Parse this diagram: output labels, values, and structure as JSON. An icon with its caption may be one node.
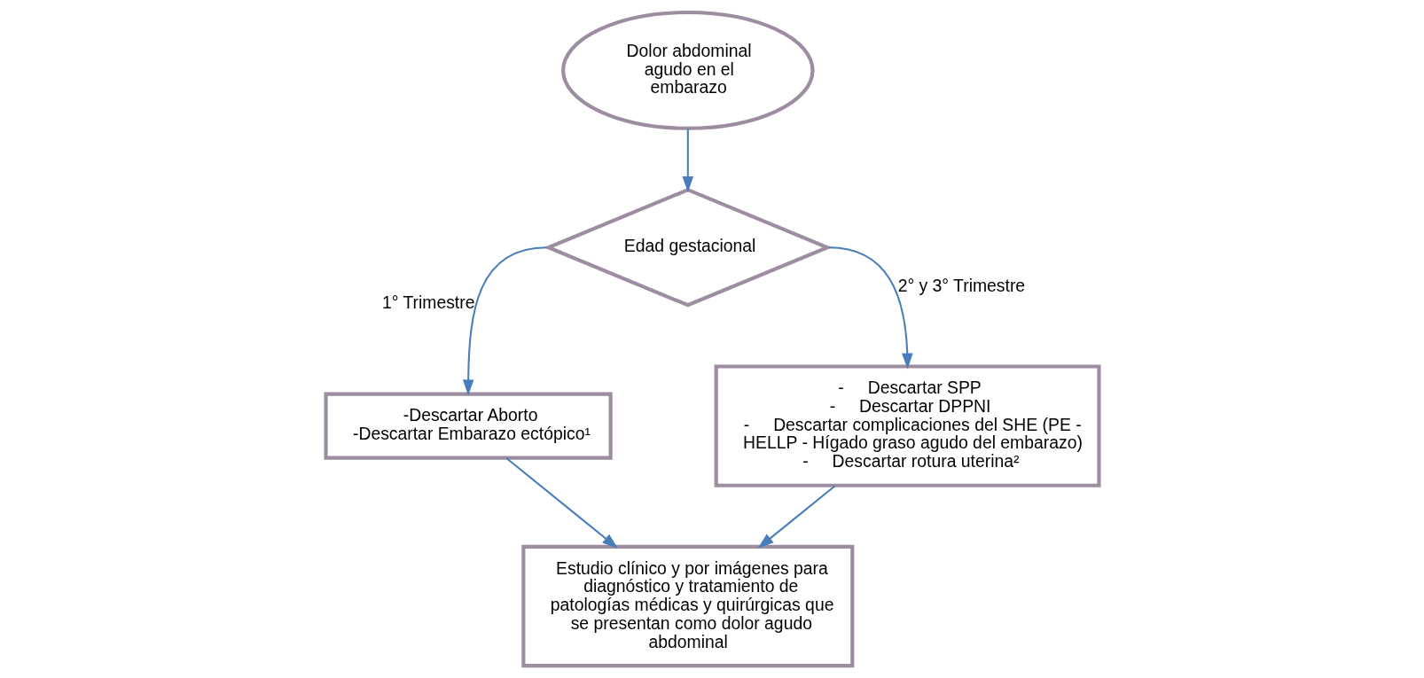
{
  "diagram": {
    "nodes": [
      {
        "text": [
          "Dolor abdominal agudo en el embarazo"
        ]
      },
      {
        "text": [
          "Edad gestacional"
        ]
      },
      {
        "text": [
          "-Descartar Aborto",
          "-Descartar Embarazo ectópico¹"
        ]
      },
      {
        "text": [
          "-     Descartar SPP",
          "-     Descartar DPPNI",
          "-     Descartar complicaciones del SHE (PE - HELLP - Hígado graso agudo del embarazo)",
          "-     Descartar rotura uterina²"
        ]
      },
      {
        "text": [
          "Estudio clínico y por imágenes para diagnóstico y tratamiento de patologías médicas y quirúrgicas que se presentan como dolor agudo abdominal"
        ]
      }
    ],
    "edges": [
      {
        "from": 0,
        "to": 1,
        "arrow": "to"
      },
      {
        "from": 1,
        "to": 2,
        "arrow": "to",
        "label": "1° Trimestre"
      },
      {
        "from": 1,
        "to": 3,
        "arrow": "to",
        "label": "2° y 3° Trimestre"
      },
      {
        "from": 2,
        "to": 4,
        "arrow": "to"
      },
      {
        "from": 3,
        "to": 4,
        "arrow": "to"
      }
    ]
  }
}
